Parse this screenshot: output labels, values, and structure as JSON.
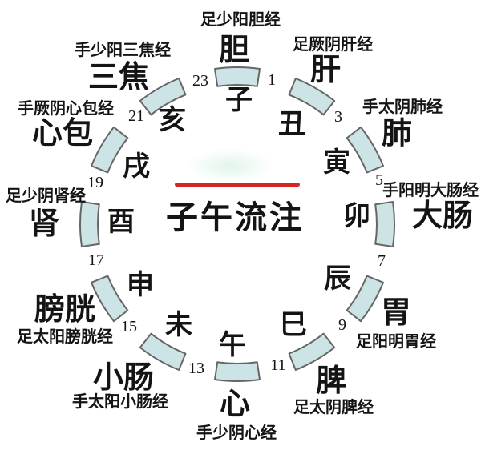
{
  "title": {
    "text": "子午流注"
  },
  "colors": {
    "background": "#ffffff",
    "text": "#141414",
    "arc_fill": "#cde4e6",
    "arc_border": "#666666",
    "red_line": "#d42626"
  },
  "clock": {
    "positions": [
      {
        "branch": "子",
        "organ": "胆",
        "meridian": "足少阳胆经"
      },
      {
        "branch": "丑",
        "organ": "肝",
        "meridian": "足厥阴肝经"
      },
      {
        "branch": "寅",
        "organ": "肺",
        "meridian": "手太阴肺经"
      },
      {
        "branch": "卯",
        "organ": "大肠",
        "meridian": "手阳明大肠经"
      },
      {
        "branch": "辰",
        "organ": "胃",
        "meridian": "足阳明胃经"
      },
      {
        "branch": "巳",
        "organ": "脾",
        "meridian": "足太阴脾经"
      },
      {
        "branch": "午",
        "organ": "心",
        "meridian": "手少阴心经"
      },
      {
        "branch": "未",
        "organ": "小肠",
        "meridian": "手太阳小肠经"
      },
      {
        "branch": "申",
        "organ": "膀胱",
        "meridian": "足太阳膀胱经"
      },
      {
        "branch": "酉",
        "organ": "肾",
        "meridian": "足少阴肾经"
      },
      {
        "branch": "戌",
        "organ": "心包",
        "meridian": "手厥阴心包经"
      },
      {
        "branch": "亥",
        "organ": "三焦",
        "meridian": "手少阳三焦经"
      }
    ],
    "hour_marks": [
      "1",
      "3",
      "5",
      "7",
      "9",
      "11",
      "13",
      "15",
      "17",
      "19",
      "21",
      "23"
    ]
  }
}
